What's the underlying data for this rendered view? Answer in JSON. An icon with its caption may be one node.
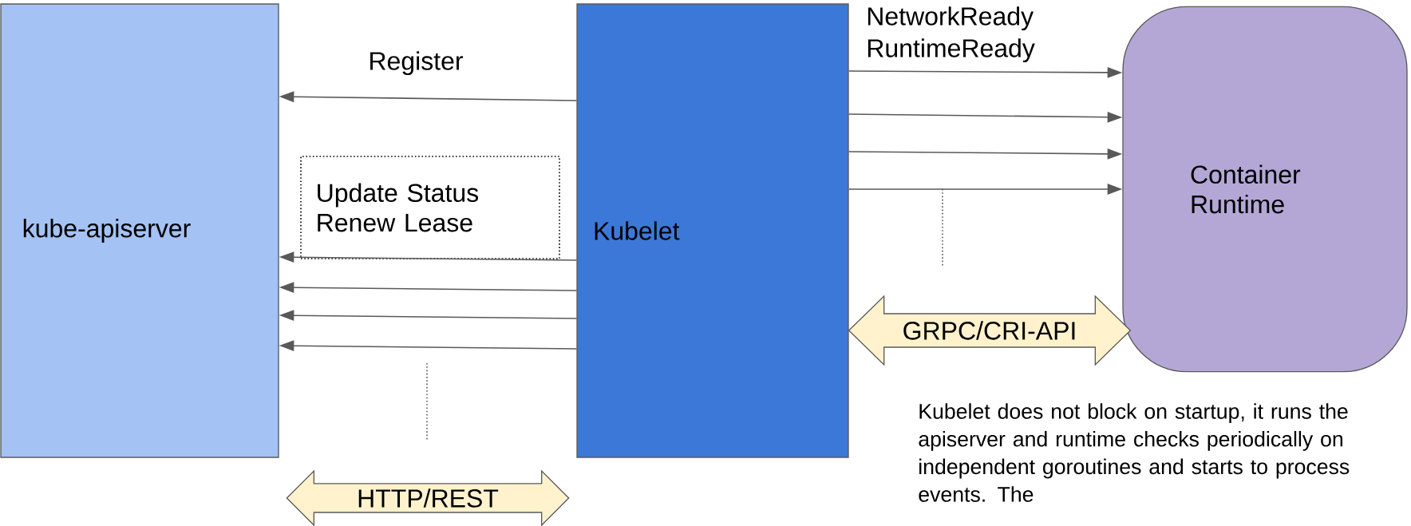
{
  "diagram": {
    "nodes": [
      {
        "text": [
          "kube-apiserver"
        ]
      },
      {
        "text": [
          "Kubelet"
        ]
      },
      {
        "text": [
          "Container Runtime"
        ]
      },
      {
        "text": [
          "Update Status Renew Lease"
        ]
      },
      {
        "text": [
          "HTTP/REST"
        ]
      }
    ],
    "edges": [
      {
        "from": 1,
        "to": 0,
        "arrow": "to",
        "label": "Register"
      },
      {
        "from": 1,
        "to": 0,
        "arrow": "to"
      },
      {
        "from": 1,
        "to": 0,
        "arrow": "to"
      },
      {
        "from": 1,
        "to": 0,
        "arrow": "to"
      },
      {
        "from": 1,
        "to": 0,
        "arrow": "to"
      },
      {
        "from": 1,
        "to": 2,
        "arrow": "to",
        "label": "NetworkReady RuntimeReady"
      },
      {
        "from": 1,
        "to": 2,
        "arrow": "to"
      },
      {
        "from": 1,
        "to": 2,
        "arrow": "to"
      },
      {
        "from": 1,
        "to": 2,
        "arrow": "to"
      },
      {
        "from": 1,
        "to": 2,
        "arrow": "both",
        "style": "thick",
        "label": "GRPC/CRI-API"
      }
    ],
    "labels": [
      "Kubelet does not block on startup, it runs the apiserver and runtime checks periodically on independent goroutines and starts to process events. The"
    ]
  }
}
